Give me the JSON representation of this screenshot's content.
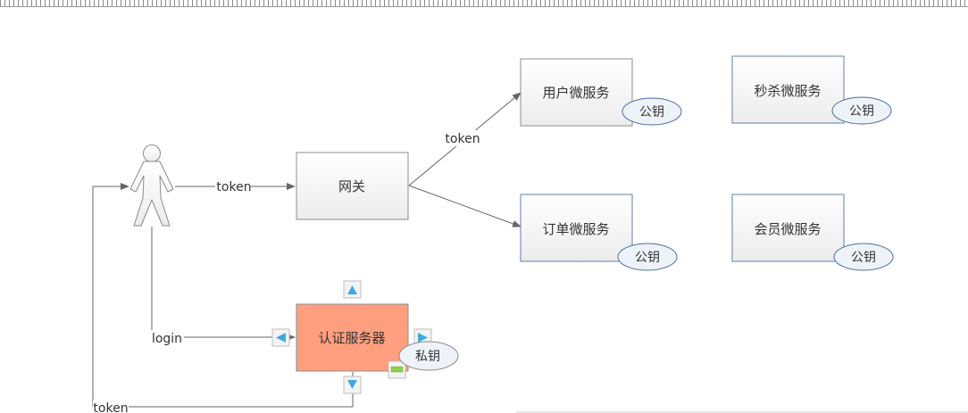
{
  "colors": {
    "box_fill": "#f2f2f2",
    "box_stroke_gray": "#8c8c8c",
    "box_stroke_blue": "#5f7fa8",
    "auth_fill": "#ff9f7f",
    "oval_fill": "#eef3fa",
    "oval_stroke": "#4a6e9e",
    "arrow": "#666666",
    "handle_blue": "#3fa9e0",
    "handle_green": "#8ed14f"
  },
  "nodes": {
    "gateway": "网关",
    "auth_server": "认证服务器",
    "user_service": "用户微服务",
    "order_service": "订单微服务",
    "seckill_service": "秒杀微服务",
    "member_service": "会员微服务"
  },
  "keys": {
    "public_key": "公钥",
    "private_key": "私钥"
  },
  "edges": {
    "user_to_gateway": "token",
    "gateway_to_services": "token",
    "user_to_auth": "login",
    "auth_to_user": "token"
  },
  "icons": {
    "actor": "user-figure-icon",
    "handles": "connection-handle-icon"
  }
}
